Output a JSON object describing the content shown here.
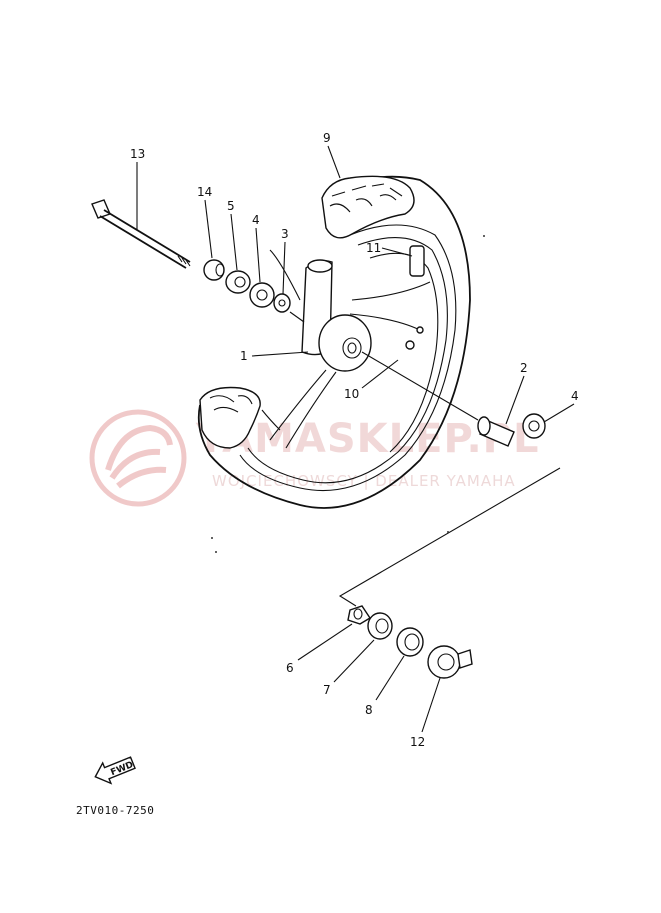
{
  "diagram": {
    "part_code": "2TV010-7250",
    "fwd_label": "FWD",
    "watermark": {
      "main": "YAMASKLEP.PL",
      "sub": "WOJCIECHOWSCY | DEALER YAMAHA"
    },
    "callouts": {
      "c1": "1",
      "c2": "2",
      "c3": "3",
      "c4a": "4",
      "c4b": "4",
      "c5": "5",
      "c6": "6",
      "c7": "7",
      "c8": "8",
      "c9": "9",
      "c10": "10",
      "c11": "11",
      "c12": "12",
      "c13": "13",
      "c14": "14"
    }
  }
}
